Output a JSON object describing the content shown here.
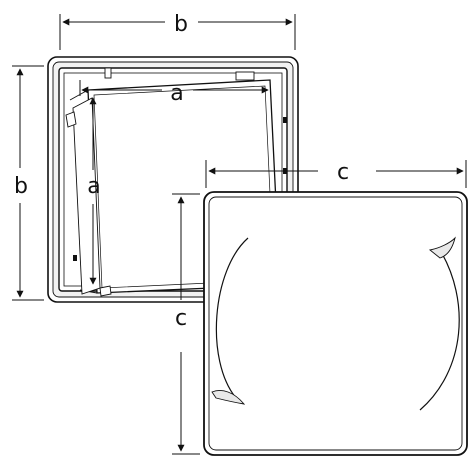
{
  "labels": {
    "outer_width": "b",
    "outer_height": "b",
    "inner_width": "a",
    "inner_height": "a",
    "cover_width": "c",
    "cover_height": "c"
  },
  "colors": {
    "line": "#111111",
    "panel": "#ffffff",
    "shade": "#e9e9e9"
  }
}
